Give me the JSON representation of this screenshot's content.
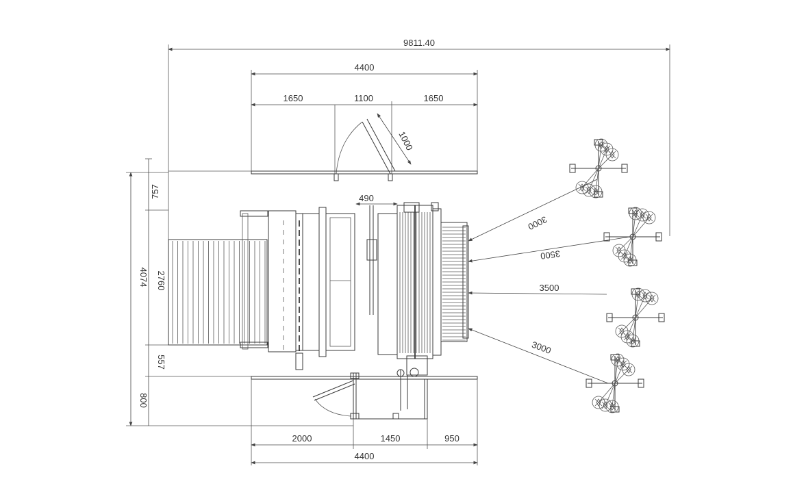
{
  "dimensions": {
    "overall_width": "9811.40",
    "top_fence_width": "4400",
    "top_segment_left": "1650",
    "top_segment_mid": "1100",
    "top_segment_right": "1650",
    "gate_top": "1000",
    "bottom_fence_width": "4400",
    "bottom_segment_left": "2000",
    "bottom_segment_mid": "1450",
    "bottom_segment_right": "950",
    "height_total": "4074",
    "height_top_gap": "757",
    "height_machine": "2760",
    "height_bottom_gap": "557",
    "height_bottom_fence": "800",
    "feed_offset": "490",
    "reel_dist_1": "3000",
    "reel_dist_2": "3500",
    "reel_dist_3": "3500",
    "reel_dist_4": "3000"
  },
  "colors": {
    "line": "#3a3a3a",
    "background": "#ffffff"
  }
}
